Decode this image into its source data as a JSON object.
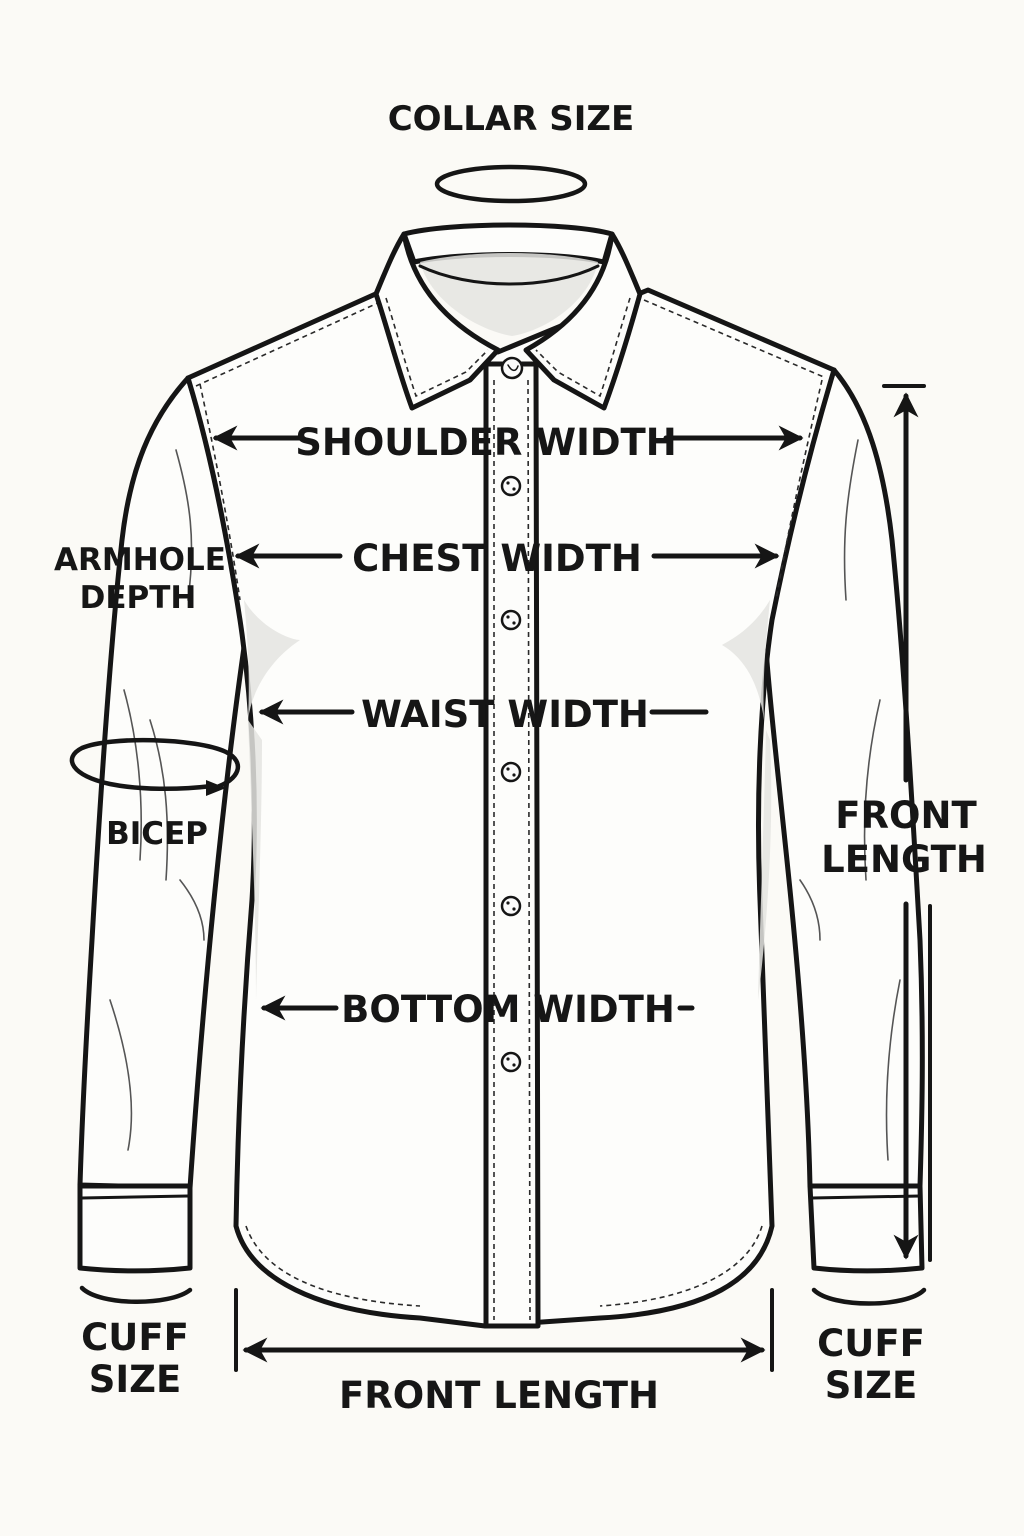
{
  "labels": {
    "collar_size": "COLLAR SIZE",
    "shoulder_width": "SHOULDER WIDTH",
    "chest_width": "CHEST WIDTH",
    "armhole_line1": "ARMHOLE",
    "armhole_line2": "DEPTH",
    "waist_width": "WAIST WIDTH",
    "bicep": "BICEP",
    "front_length_right_line1": "FRONT",
    "front_length_right_line2": "LENGTH",
    "bottom_width": "BOTTOM WIDTH",
    "cuff_left_line1": "CUFF",
    "cuff_left_line2": "SIZE",
    "cuff_right_line1": "CUFF",
    "cuff_right_line2": "SIZE",
    "front_length_bottom": "FRONT LENGTH"
  },
  "colors": {
    "ink": "#151515",
    "background": "#fbfaf6",
    "shirt": "#fdfdfb",
    "shadow": "#e4e4e0"
  },
  "icons": {
    "collar_loop": "ellipse-loop-icon",
    "bicep_loop": "ellipse-loop-icon",
    "cuff_marks": "arc-icon",
    "arrows": "double-arrow-icon"
  }
}
